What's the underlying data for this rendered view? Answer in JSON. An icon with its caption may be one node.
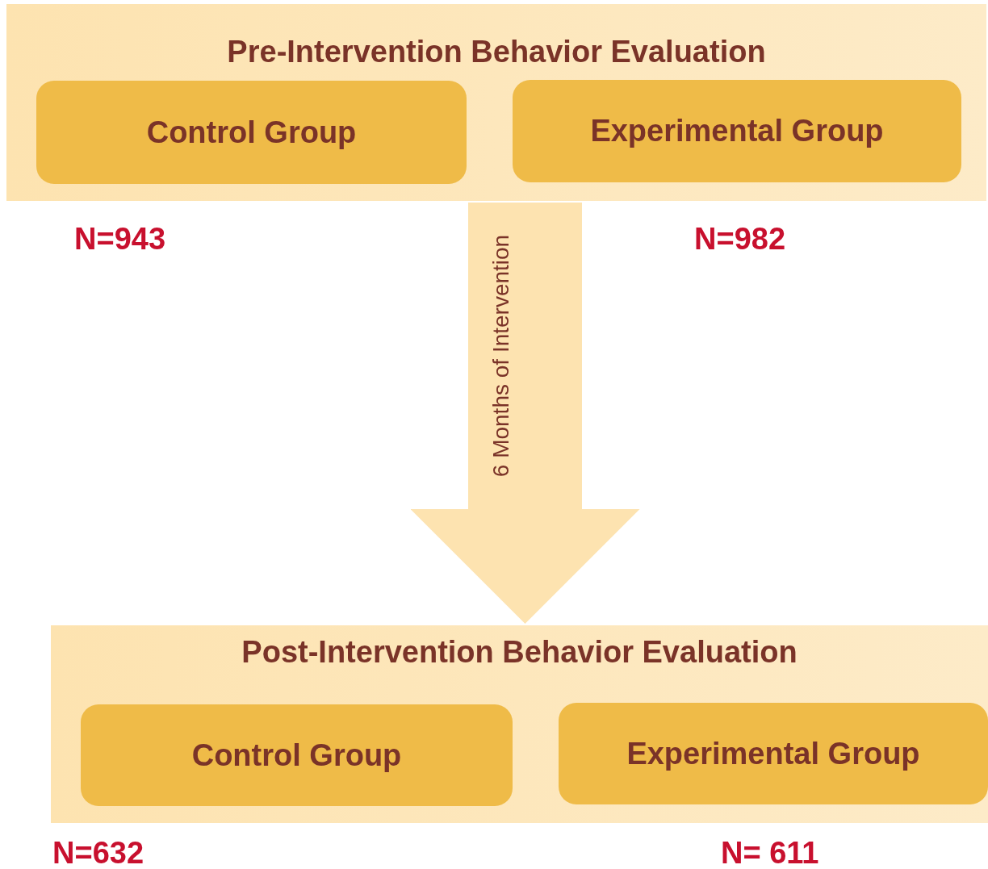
{
  "diagram": {
    "nodes": [
      {
        "text": [
          "Pre-Intervention Behavior Evaluation"
        ]
      },
      {
        "text": [
          "Control Group"
        ],
        "in": 0,
        "beside": [
          "N=943"
        ]
      },
      {
        "text": [
          "Experimental Group"
        ],
        "in": 0,
        "beside": [
          "N=982"
        ]
      },
      {
        "text": [
          "Post-Intervention Behavior Evaluation"
        ]
      },
      {
        "text": [
          "Control Group"
        ],
        "in": 3,
        "beside": [
          "N=632"
        ]
      },
      {
        "text": [
          "Experimental Group"
        ],
        "in": 3,
        "beside": [
          "N= 611"
        ]
      }
    ],
    "edges": [
      {
        "from": 0,
        "to": 3,
        "arrow": "to",
        "label": "6 Months of Intervention"
      }
    ]
  }
}
